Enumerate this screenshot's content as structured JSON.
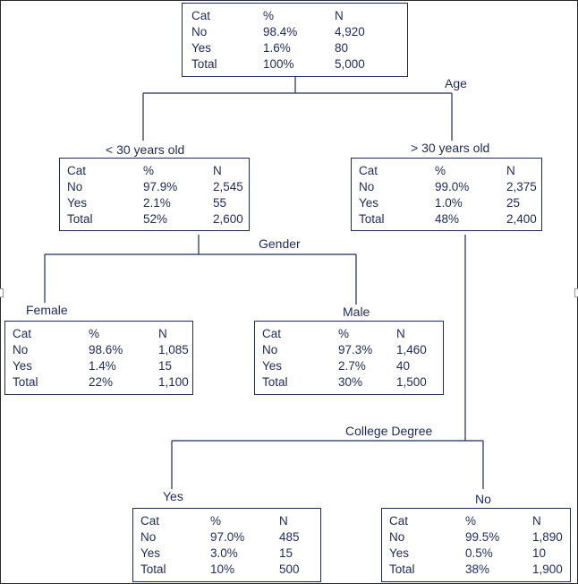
{
  "colors": {
    "ink": "#1f2a5c",
    "background": "#ffffff"
  },
  "columns": {
    "cat": "Cat",
    "pct": "%",
    "n": "N"
  },
  "labels": {
    "age": "Age",
    "under30": "< 30 years old",
    "over30": "> 30 years old",
    "gender": "Gender",
    "female": "Female",
    "male": "Male",
    "college_degree": "College Degree",
    "yes": "Yes",
    "no": "No"
  },
  "nodes": {
    "root": {
      "rows": [
        [
          "No",
          "98.4%",
          "4,920"
        ],
        [
          "Yes",
          "1.6%",
          "80"
        ],
        [
          "Total",
          "100%",
          "5,000"
        ]
      ]
    },
    "under30": {
      "rows": [
        [
          "No",
          "97.9%",
          "2,545"
        ],
        [
          "Yes",
          "2.1%",
          "55"
        ],
        [
          "Total",
          "52%",
          "2,600"
        ]
      ]
    },
    "over30": {
      "rows": [
        [
          "No",
          "99.0%",
          "2,375"
        ],
        [
          "Yes",
          "1.0%",
          "25"
        ],
        [
          "Total",
          "48%",
          "2,400"
        ]
      ]
    },
    "female": {
      "rows": [
        [
          "No",
          "98.6%",
          "1,085"
        ],
        [
          "Yes",
          "1.4%",
          "15"
        ],
        [
          "Total",
          "22%",
          "1,100"
        ]
      ]
    },
    "male": {
      "rows": [
        [
          "No",
          "97.3%",
          "1,460"
        ],
        [
          "Yes",
          "2.7%",
          "40"
        ],
        [
          "Total",
          "30%",
          "1,500"
        ]
      ]
    },
    "degree_yes": {
      "rows": [
        [
          "No",
          "97.0%",
          "485"
        ],
        [
          "Yes",
          "3.0%",
          "15"
        ],
        [
          "Total",
          "10%",
          "500"
        ]
      ]
    },
    "degree_no": {
      "rows": [
        [
          "No",
          "99.5%",
          "1,890"
        ],
        [
          "Yes",
          "0.5%",
          "10"
        ],
        [
          "Total",
          "38%",
          "1,900"
        ]
      ]
    }
  }
}
